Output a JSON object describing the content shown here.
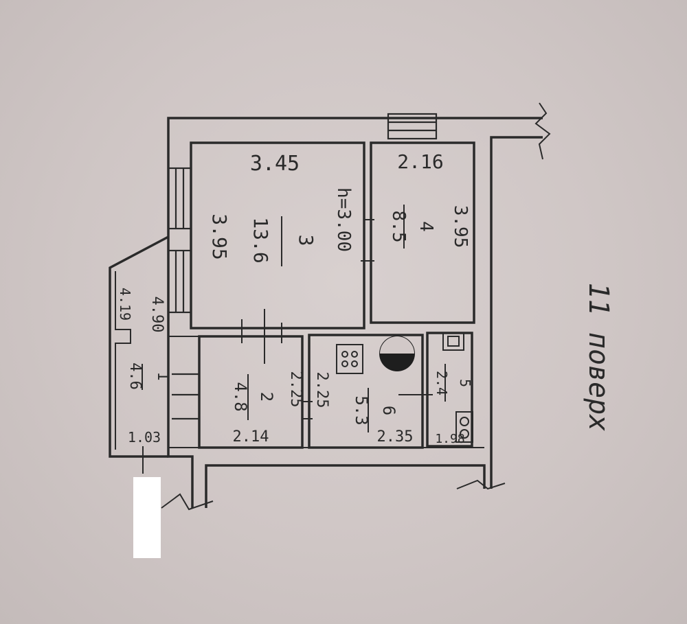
{
  "floor_label": "11 поверх",
  "rooms": [
    {
      "number": "1",
      "area": "4.6"
    },
    {
      "number": "2",
      "area": "4.8"
    },
    {
      "number": "3",
      "area": "13.6"
    },
    {
      "number": "4",
      "area": "8.5"
    },
    {
      "number": "5",
      "area": "2.4"
    },
    {
      "number": "6",
      "area": "5.3"
    }
  ],
  "dimensions": {
    "room3_width": "3.45",
    "room3_length": "3.95",
    "ceiling_height": "h=3.00",
    "room4_width": "2.16",
    "room4_length": "3.95",
    "room2_length": "2.25",
    "room2_width": "2.14",
    "room6_width": "2.35",
    "room6_length": "2.25",
    "room5_length": "1.98",
    "corridor_length": "4.90",
    "balcony_length": "4.19",
    "balcony_width": "1.03"
  }
}
